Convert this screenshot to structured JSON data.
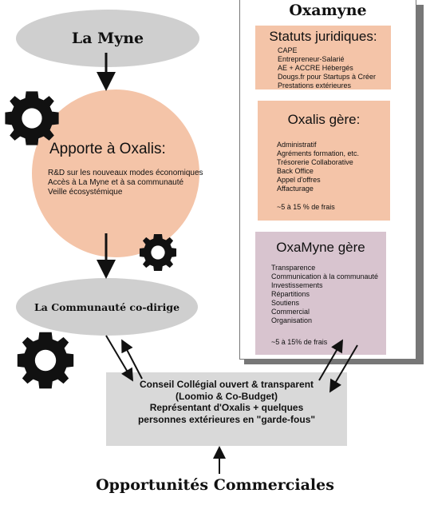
{
  "colors": {
    "ellipse_grey": "#cfcfcf",
    "peach": "#f4c4a8",
    "mauve": "#d8c4cf",
    "box_grey": "#d9d9d9",
    "gear": "#111111"
  },
  "la_myne": {
    "title": "La Myne"
  },
  "apporte": {
    "title": "Apporte à Oxalis:",
    "items": [
      "R&D sur les nouveaux modes économiques",
      "Accès à La Myne et à sa communauté",
      "Veille écosystémique"
    ]
  },
  "communaute": {
    "title": "La Communauté co-dirige"
  },
  "oxamyne": {
    "title": "Oxamyne",
    "statuts": {
      "title": "Statuts juridiques:",
      "items": [
        "CAPE",
        "Entrepreneur-Salarié",
        "AE + ACCRE Hébergés",
        "Dougs.fr pour Startups à Créer",
        "Prestations extérieures"
      ]
    },
    "oxalis_gere": {
      "title": "Oxalis gère:",
      "items": [
        "Administratif",
        "Agréments formation, etc.",
        "Trésorerie Collaborative",
        "Back Office",
        "Appel d'offres",
        "Affacturage"
      ],
      "frais": "~5 à 15 % de frais"
    },
    "oxamyne_gere": {
      "title": "OxaMyne gère",
      "items": [
        "Transparence",
        "Communication à la communauté",
        "Investissements",
        "Répartitions",
        "Soutiens",
        "Commercial",
        "Organisation"
      ],
      "frais": "~5 à 15% de frais"
    }
  },
  "conseil": {
    "lines": [
      "Conseil Collégial ouvert & transparent",
      "(Loomio & Co-Budget)",
      "Représentant d'Oxalis + quelques",
      "personnes extérieures en \"garde-fous\""
    ]
  },
  "opportunites": {
    "title": "Opportunités Commerciales"
  },
  "icons": [
    "gear-icon",
    "gear-icon",
    "gear-icon"
  ]
}
